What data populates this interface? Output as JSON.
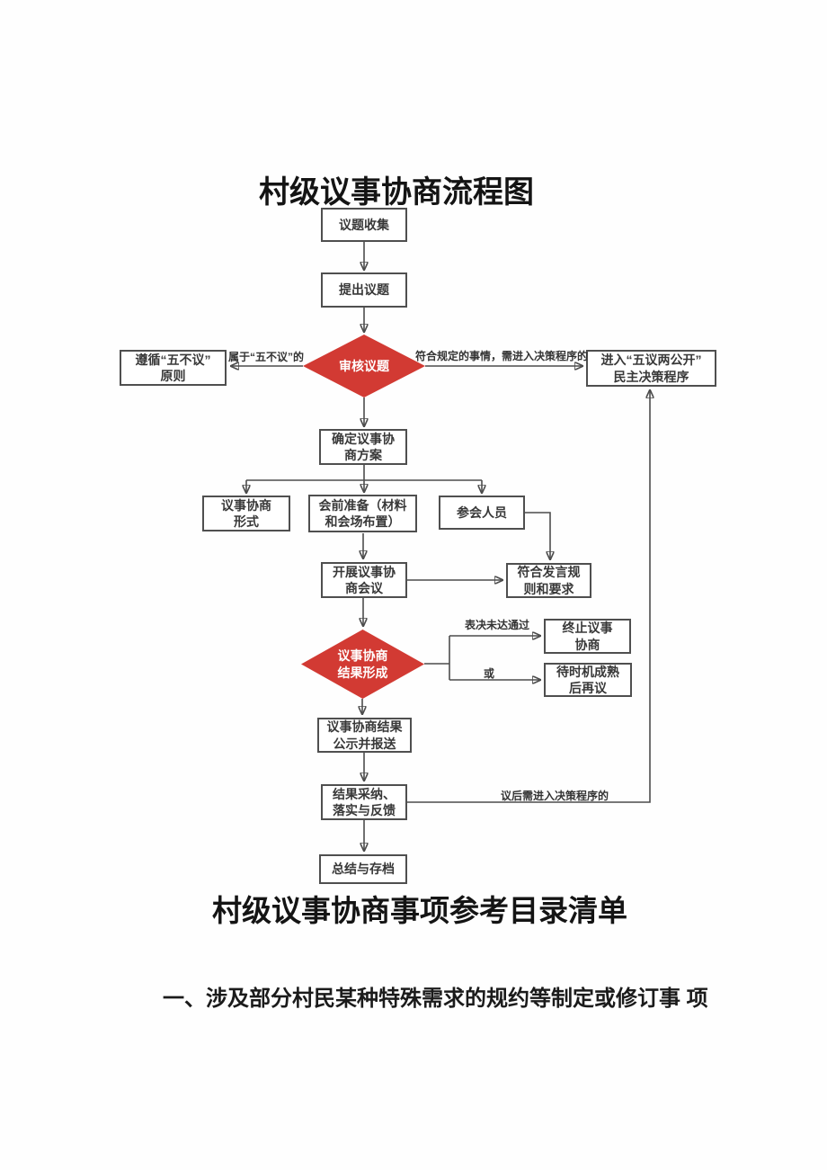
{
  "titles": {
    "flowchart": "村级议事协商流程图",
    "catalog": "村级议事协商事项参考目录清单"
  },
  "list": {
    "item1": "一、涉及部分村民某种特殊需求的规约等制定或修订事 项"
  },
  "colors": {
    "diamond_red": "#d23a33",
    "line": "#4c4c4c",
    "box_border": "#4f4f4f"
  },
  "nodes": {
    "collect": "议题收集",
    "propose": "提出议题",
    "review": "审核议题",
    "five_no_principle": "遵循“五不议”\n原则",
    "enter_decision": "进入“五议两公开”\n民主决策程序",
    "plan": "确定议事协\n商方案",
    "form": "议事协商\n形式",
    "prepare": "会前准备（材料\n和会场布置）",
    "participants": "参会人员",
    "meeting": "开展议事协\n商会议",
    "speech_rules": "符合发言规\n则和要求",
    "result_formed": "议事协商\n结果形成",
    "terminate": "终止议事\n协商",
    "wait_mature": "待时机成熟\n后再议",
    "publicize": "议事协商结果\n公示并报送",
    "adopt_feedback": "结果采纳、\n落实与反馈",
    "archive": "总结与存档"
  },
  "edge_labels": {
    "five_no": "属于“五不议”的",
    "qualified": "符合规定的事情，需进入决策程序的",
    "vote_failed": "表决未达通过",
    "or": "或",
    "post_decision": "议后需进入决策程序的"
  }
}
